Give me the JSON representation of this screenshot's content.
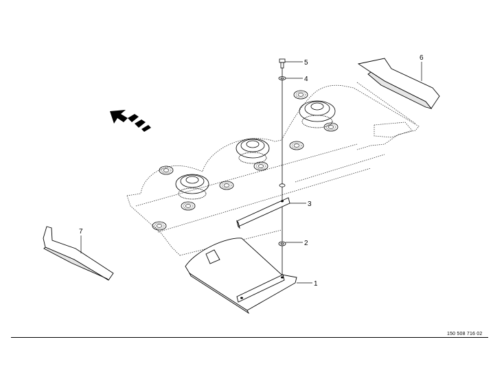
{
  "diagram": {
    "drawing_number": "150 508 716 02",
    "callouts": [
      {
        "id": "1",
        "label": "1"
      },
      {
        "id": "2",
        "label": "2"
      },
      {
        "id": "3",
        "label": "3"
      },
      {
        "id": "4",
        "label": "4"
      },
      {
        "id": "5",
        "label": "5"
      },
      {
        "id": "6",
        "label": "6"
      },
      {
        "id": "7",
        "label": "7"
      }
    ],
    "colors": {
      "line": "#000000",
      "dotted": "#333333",
      "background": "#ffffff"
    },
    "icons": [
      "direction-arrow-icon"
    ]
  }
}
